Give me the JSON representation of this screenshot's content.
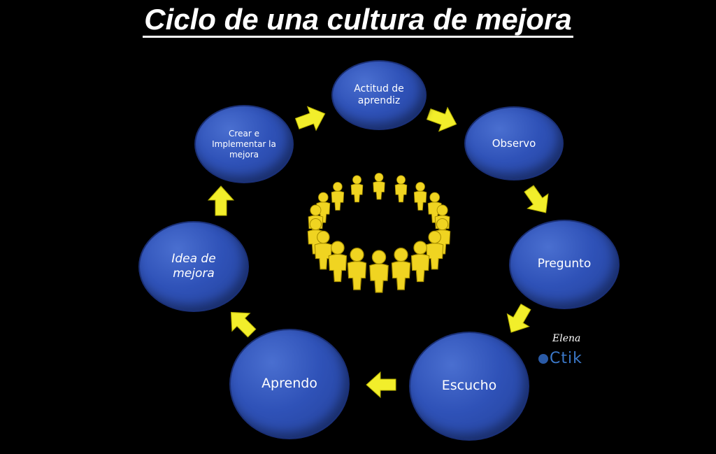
{
  "title": "Ciclo de una cultura de mejora",
  "cycle": {
    "steps": [
      {
        "label": "Actitud de aprendiz"
      },
      {
        "label": "Observo"
      },
      {
        "label": "Pregunto"
      },
      {
        "label": "Escucho"
      },
      {
        "label": "Aprendo"
      },
      {
        "label": "Idea de mejora"
      },
      {
        "label": "Crear e Implementar la mejora"
      }
    ]
  },
  "watermark": {
    "signature": "Elena",
    "logo_text": "Ctik"
  },
  "colors": {
    "background": "#000000",
    "node_fill": "#2f52b8",
    "arrow": "#f2ee2b",
    "people": "#f0d421",
    "title": "#ffffff"
  },
  "icons": {
    "arrow": "arrow-right-icon",
    "people": "person-figure-icon"
  }
}
